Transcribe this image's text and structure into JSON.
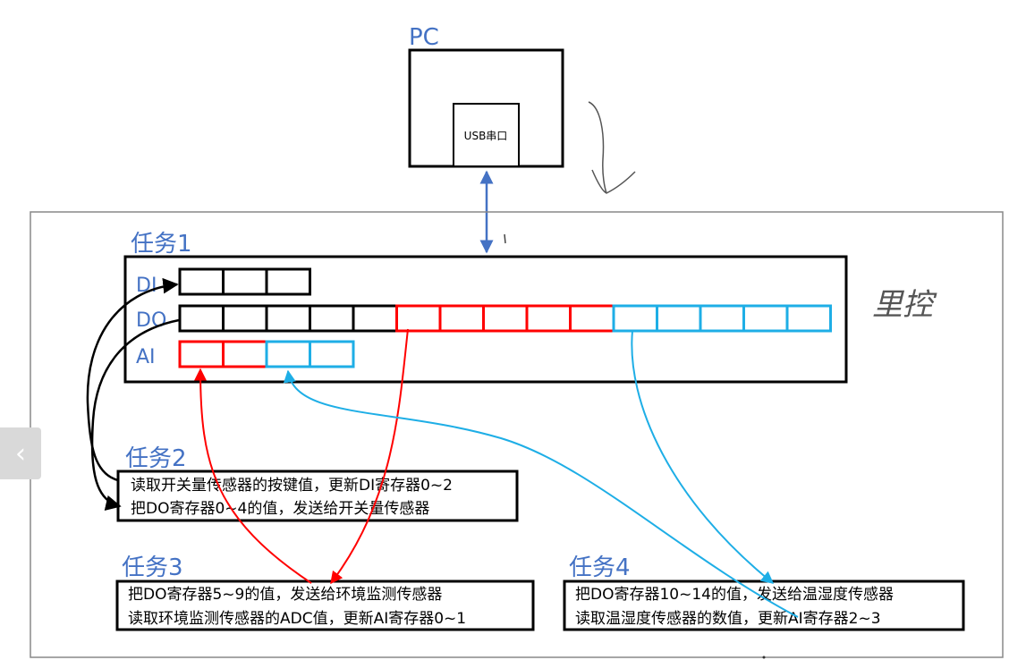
{
  "pc": {
    "title": "PC",
    "port": "USB串口"
  },
  "task1": {
    "title": "任务1",
    "di_label": "DI",
    "do_label": "DO",
    "ai_label": "AI",
    "di_count": 3,
    "do_count": 15,
    "ai_count": 4
  },
  "task2": {
    "title": "任务2",
    "line1": "读取开关量传感器的按键值，更新DI寄存器0~2",
    "line2": "把DO寄存器0~4的值，发送给开关量传感器"
  },
  "task3": {
    "title": "任务3",
    "line1": "把DO寄存器5~9的值，发送给环境监测传感器",
    "line2": "读取环境监测传感器的ADC值，更新AI寄存器0~1"
  },
  "task4": {
    "title": "任务4",
    "line1": "把DO寄存器10~14的值，发送给温湿度传感器",
    "line2": "读取温湿度传感器的数值，更新AI寄存器2~3"
  },
  "handwritten_note": "里控",
  "nav": {
    "prev_icon": "chevron-left-icon",
    "prev_glyph": "‹"
  },
  "colors": {
    "blue_label": "#4472c4",
    "red": "#ff0000",
    "cyan": "#1eaee6",
    "black": "#000000"
  }
}
